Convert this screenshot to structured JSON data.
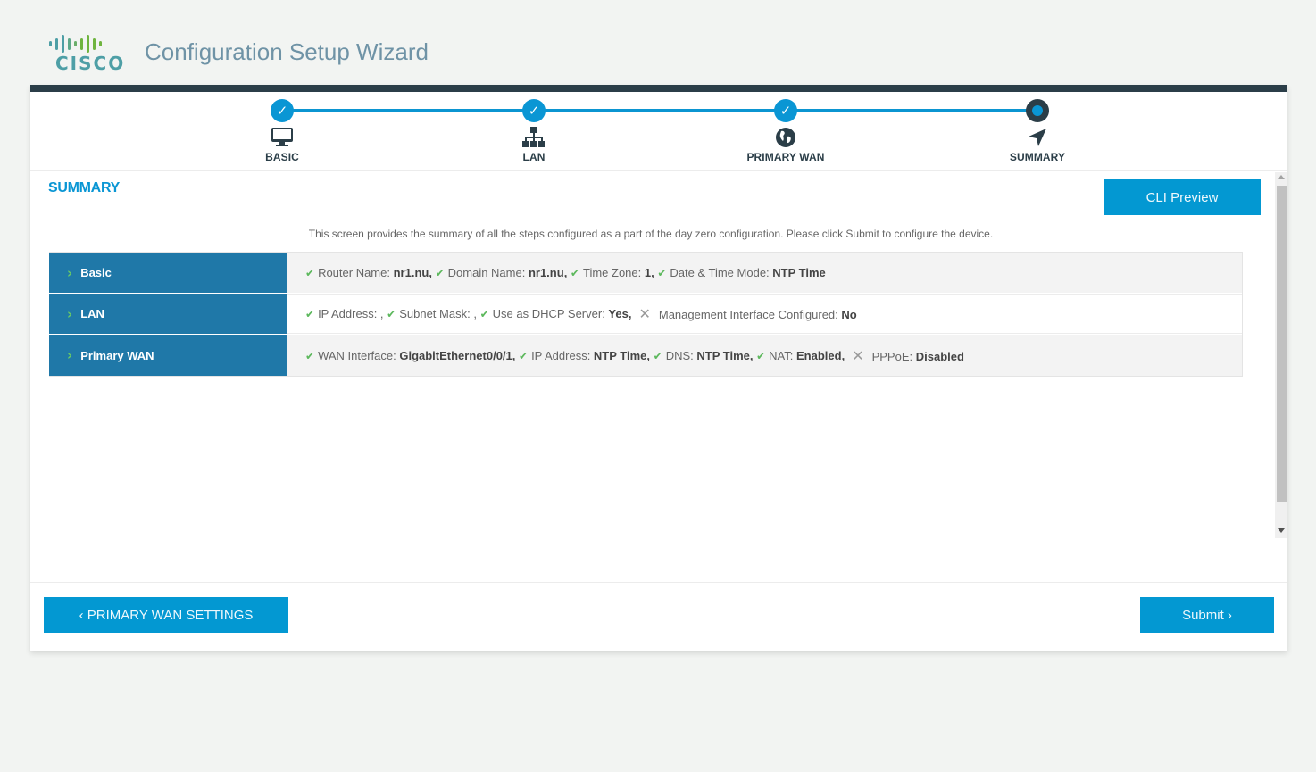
{
  "header": {
    "brand": "CISCO",
    "title": "Configuration Setup Wizard",
    "logo_colors": [
      "#4e9fa6",
      "#6fb43f"
    ]
  },
  "stepper": {
    "steps": [
      {
        "label": "BASIC",
        "status": "complete",
        "icon": "monitor-icon",
        "status_glyph": "✓"
      },
      {
        "label": "LAN",
        "status": "complete",
        "icon": "network-icon",
        "status_glyph": "✓"
      },
      {
        "label": "PRIMARY WAN",
        "status": "complete",
        "icon": "globe-icon",
        "status_glyph": "✓"
      },
      {
        "label": "SUMMARY",
        "status": "current",
        "icon": "navigation-arrow-icon",
        "status_glyph": ""
      }
    ],
    "accent_color": "#0a96d4",
    "dark_color": "#2b3e48"
  },
  "summary": {
    "title": "SUMMARY",
    "cli_preview_label": "CLI Preview",
    "description": "This screen provides the summary of all the steps configured as a part of the day zero configuration. Please click Submit to configure the device.",
    "rows": [
      {
        "label": "Basic",
        "items": [
          {
            "ok": true,
            "key": "Router Name: ",
            "value": "nr1.nu",
            "sep": ", "
          },
          {
            "ok": true,
            "key": "Domain Name: ",
            "value": "nr1.nu",
            "sep": ", "
          },
          {
            "ok": true,
            "key": "Time Zone: ",
            "value": "1",
            "sep": ", "
          },
          {
            "ok": true,
            "key": "Date & Time Mode: ",
            "value": "NTP Time",
            "sep": ""
          }
        ]
      },
      {
        "label": "LAN",
        "items": [
          {
            "ok": true,
            "key": "IP Address: ",
            "value": "",
            "sep": ", "
          },
          {
            "ok": true,
            "key": "Subnet Mask: ",
            "value": "",
            "sep": ", "
          },
          {
            "ok": true,
            "key": "Use as DHCP Server: ",
            "value": "Yes",
            "sep": ","
          },
          {
            "ok": false,
            "key": "Management Interface Configured: ",
            "value": "No",
            "sep": ""
          }
        ]
      },
      {
        "label": "Primary WAN",
        "items": [
          {
            "ok": true,
            "key": "WAN Interface: ",
            "value": "GigabitEthernet0/0/1",
            "sep": ", "
          },
          {
            "ok": true,
            "key": "IP Address: ",
            "value": "NTP Time",
            "sep": ", "
          },
          {
            "ok": true,
            "key": "DNS: ",
            "value": "NTP Time",
            "sep": ", "
          },
          {
            "ok": true,
            "key": "NAT: ",
            "value": "Enabled",
            "sep": ","
          },
          {
            "ok": false,
            "key": "PPPoE: ",
            "value": "Disabled",
            "sep": ""
          }
        ]
      }
    ],
    "icons": {
      "ok": "✔",
      "no": "✕",
      "expand": "›"
    }
  },
  "footer": {
    "prev_label": "‹ PRIMARY WAN SETTINGS",
    "submit_label": "Submit ›"
  }
}
